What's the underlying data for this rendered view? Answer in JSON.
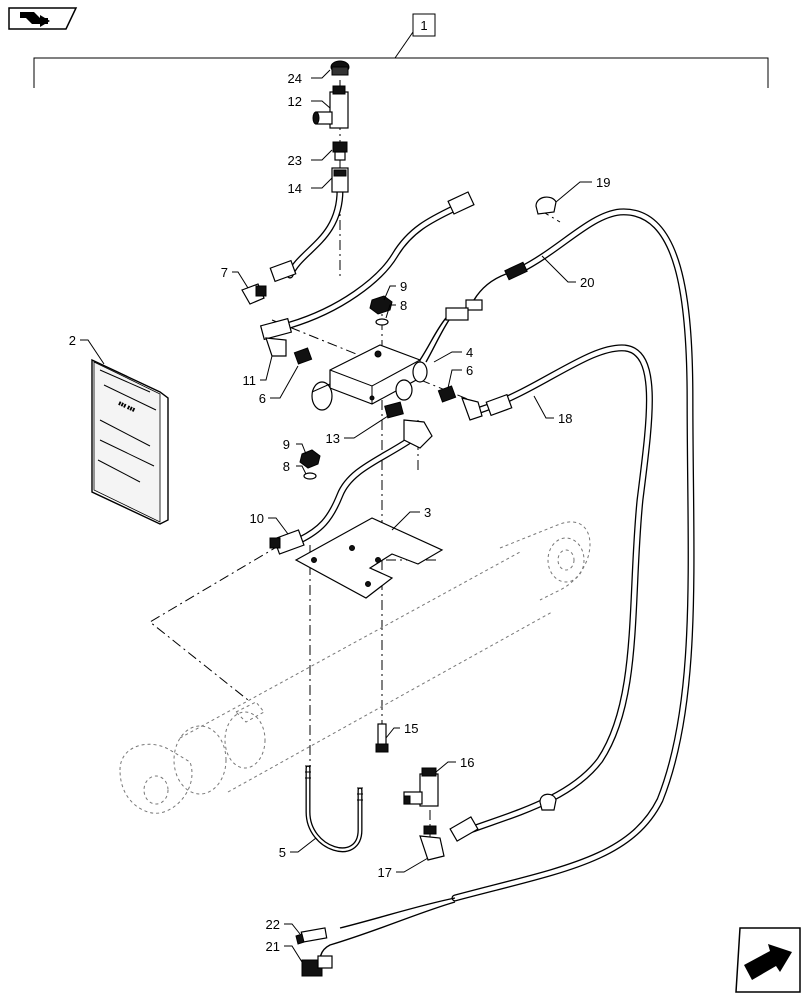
{
  "assembly_label": "1",
  "callouts": [
    {
      "id": "c24",
      "text": "24"
    },
    {
      "id": "c12",
      "text": "12"
    },
    {
      "id": "c23",
      "text": "23"
    },
    {
      "id": "c14",
      "text": "14"
    },
    {
      "id": "c7",
      "text": "7"
    },
    {
      "id": "c9a",
      "text": "9"
    },
    {
      "id": "c8a",
      "text": "8"
    },
    {
      "id": "c2",
      "text": "2"
    },
    {
      "id": "c11",
      "text": "11"
    },
    {
      "id": "c6a",
      "text": "6"
    },
    {
      "id": "c4",
      "text": "4"
    },
    {
      "id": "c6b",
      "text": "6"
    },
    {
      "id": "c13",
      "text": "13"
    },
    {
      "id": "c9b",
      "text": "9"
    },
    {
      "id": "c8b",
      "text": "8"
    },
    {
      "id": "c10",
      "text": "10"
    },
    {
      "id": "c3",
      "text": "3"
    },
    {
      "id": "c19",
      "text": "19"
    },
    {
      "id": "c20",
      "text": "20"
    },
    {
      "id": "c18",
      "text": "18"
    },
    {
      "id": "c15",
      "text": "15"
    },
    {
      "id": "c16",
      "text": "16"
    },
    {
      "id": "c5",
      "text": "5"
    },
    {
      "id": "c17",
      "text": "17"
    },
    {
      "id": "c22",
      "text": "22"
    },
    {
      "id": "c21",
      "text": "21"
    }
  ],
  "icons": {
    "top_left": "back-navigation-icon",
    "bottom_right": "next-page-icon"
  }
}
